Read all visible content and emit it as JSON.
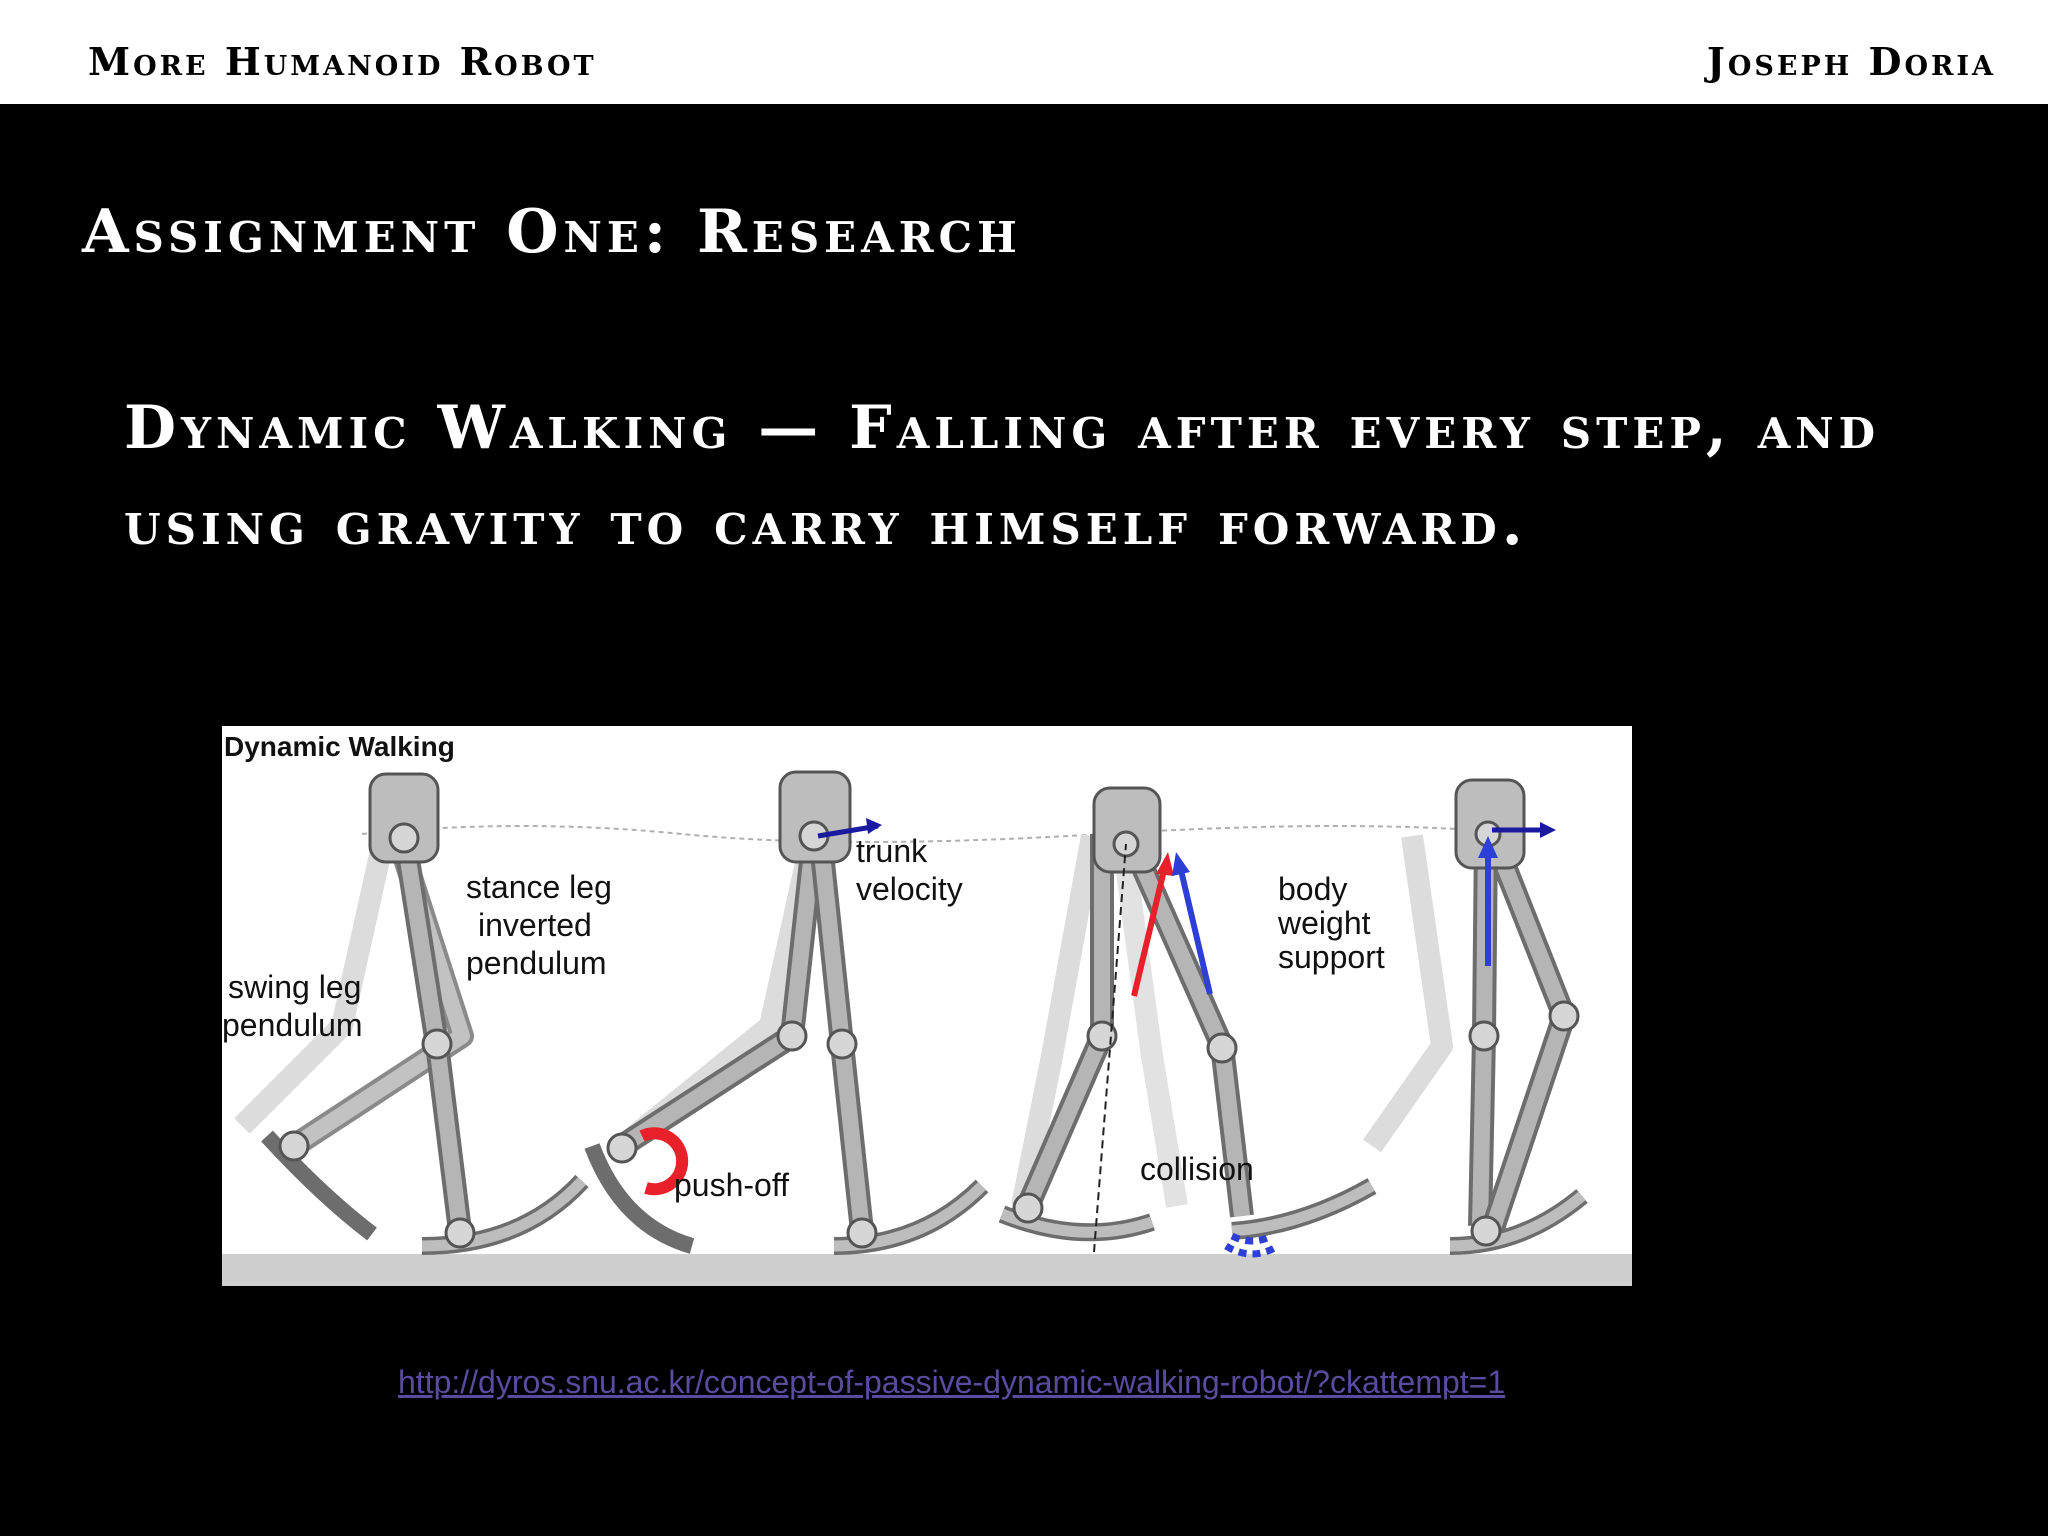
{
  "header": {
    "left": "More Humanoid Robot",
    "right": "Joseph Doria"
  },
  "slide": {
    "title": "Assignment One: Research",
    "bullet": "Dynamic Walking — Falling after every step, and using gravity to carry himself forward."
  },
  "figure": {
    "heading": "Dynamic Walking",
    "labels": {
      "swing_leg_1": "swing leg",
      "swing_leg_2": "pendulum",
      "stance_leg_1": "stance leg",
      "stance_leg_2": "inverted",
      "stance_leg_3": "pendulum",
      "trunk_1": "trunk",
      "trunk_2": "velocity",
      "push_off": "push-off",
      "body_1": "body",
      "body_2": "weight",
      "body_3": "support",
      "collision": "collision"
    },
    "colors": {
      "red": "#e8202a",
      "blue": "#2d3fd6",
      "gray": "#8a8a8a",
      "light": "#d8d8d8"
    }
  },
  "source_link": "http://dyros.snu.ac.kr/concept-of-passive-dynamic-walking-robot/?ckattempt=1"
}
